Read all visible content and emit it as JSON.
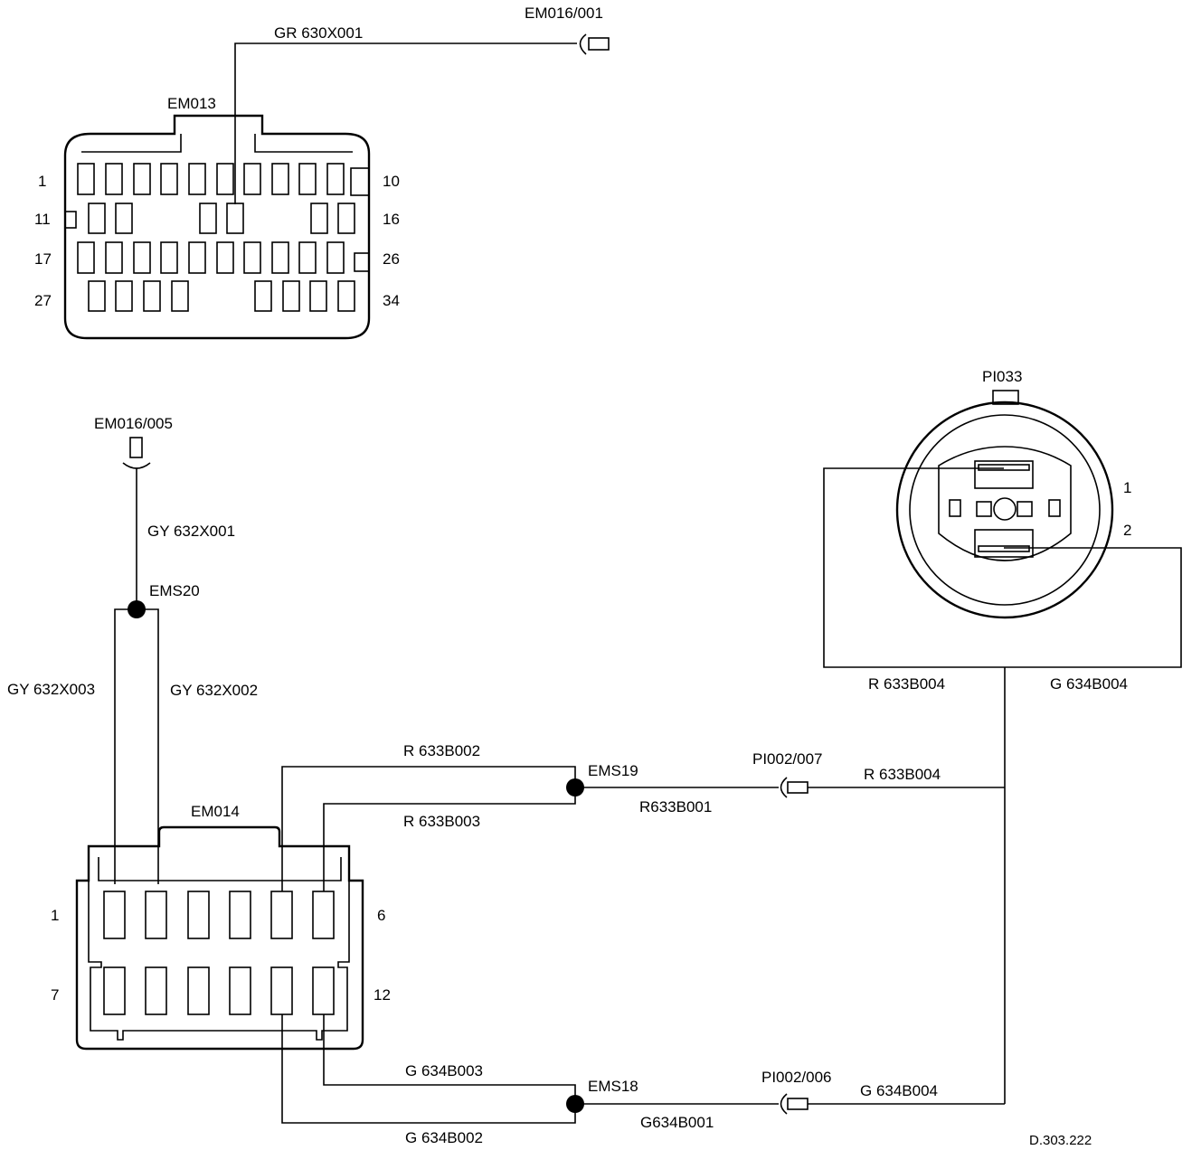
{
  "connectors": {
    "em013": "EM013",
    "em014": "EM014",
    "pi033": "PI033",
    "em016_001": "EM016/001",
    "em016_005": "EM016/005",
    "pi002_007": "PI002/007",
    "pi002_006": "PI002/006"
  },
  "em013_pins": {
    "p1": "1",
    "p10": "10",
    "p11": "11",
    "p16": "16",
    "p17": "17",
    "p26": "26",
    "p27": "27",
    "p34": "34"
  },
  "em014_pins": {
    "p1": "1",
    "p6": "6",
    "p7": "7",
    "p12": "12"
  },
  "pi033_pins": {
    "p1": "1",
    "p2": "2"
  },
  "splices": {
    "ems18": "EMS18",
    "ems19": "EMS19",
    "ems20": "EMS20"
  },
  "wires": {
    "gr630x001": "GR 630X001",
    "gy632x001": "GY 632X001",
    "gy632x002": "GY 632X002",
    "gy632x003": "GY 632X003",
    "r633b002": "R 633B002",
    "r633b003": "R 633B003",
    "r633b001": "R633B001",
    "r633b004_a": "R 633B004",
    "r633b004_b": "R 633B004",
    "g634b003": "G 634B003",
    "g634b002": "G 634B002",
    "g634b001": "G634B001",
    "g634b004_a": "G 634B004",
    "g634b004_b": "G 634B004"
  },
  "drawing_ref": "D.303.222"
}
